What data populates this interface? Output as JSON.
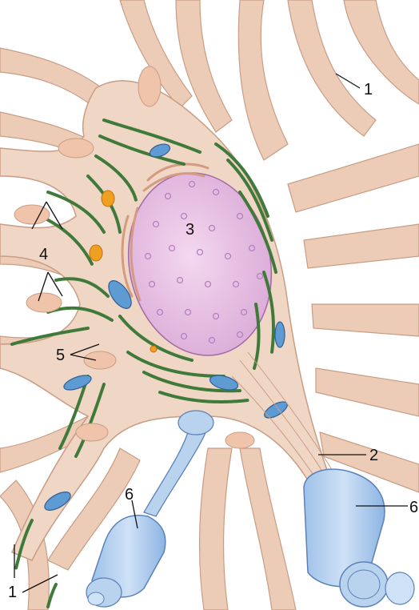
{
  "labels": [
    {
      "id": "1a",
      "text": "1"
    },
    {
      "id": "1b",
      "text": "1"
    },
    {
      "id": "2",
      "text": "2"
    },
    {
      "id": "3",
      "text": "3"
    },
    {
      "id": "4",
      "text": "4"
    },
    {
      "id": "5",
      "text": "5"
    },
    {
      "id": "6a",
      "text": "6"
    },
    {
      "id": "6b",
      "text": "6"
    }
  ],
  "colors": {
    "cytoplasm": "#f0d6c4",
    "dendrite": "#ecccb7",
    "outline": "#c99c84",
    "nucleus": "#e9c3e2",
    "nucleus_pores": "#b67fc0",
    "nissl": "#3f7a3a",
    "mitochondria": "#5f9bd3",
    "lipofuscin": "#f0a020",
    "myelin": "#b9d3ee",
    "myelin_dark": "#7ea6d6"
  },
  "icons": [
    "neuron-soma",
    "dendrite",
    "axon-hillock",
    "nucleus",
    "nissl-body",
    "synaptic-bouton",
    "myelinated-axon"
  ]
}
